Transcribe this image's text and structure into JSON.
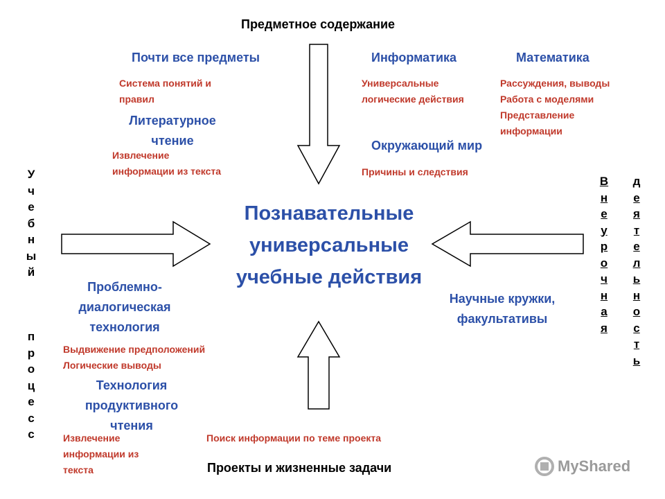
{
  "header": {
    "title": "Предметное содержание"
  },
  "subjects": {
    "almost_all": "Почти все предметы",
    "informatics": "Информатика",
    "math": "Математика",
    "lit_line1": "Литературное",
    "lit_line2": "чтение",
    "world": "Окружающий мир"
  },
  "notes": {
    "concepts_line1": "Система понятий и",
    "concepts_line2": "правил",
    "extract1_line1": "Извлечение",
    "extract1_line2": "информации из текста",
    "logic_line1": "Универсальные",
    "logic_line2": "логические действия",
    "math_line1": "Рассуждения, выводы",
    "math_line2": "Работа с моделями",
    "math_line3": "Представление",
    "math_line4": "информации",
    "causes": "Причины и следствия",
    "hypotheses_line1": "Выдвижение предположений",
    "hypotheses_line2": "Логические выводы",
    "extract2_line1": "Извлечение",
    "extract2_line2": "информации из",
    "extract2_line3": "текста",
    "project_search": "Поиск информации по теме проекта"
  },
  "center": {
    "line1": "Познавательные",
    "line2": "универсальные",
    "line3": "учебные действия"
  },
  "tech": {
    "problem_line1": "Проблемно-",
    "problem_line2": "диалогическая",
    "problem_line3": "технология",
    "productive_line1": "Технология",
    "productive_line2": "продуктивного",
    "productive_line3": "чтения",
    "circles_line1": "Научные кружки,",
    "circles_line2": "факультативы"
  },
  "footer": {
    "projects": "Проекты и жизненные задачи"
  },
  "vertical": {
    "left_word1": [
      "У",
      "ч",
      "е",
      "б",
      "н",
      "ы",
      "й"
    ],
    "left_word2": [
      "п",
      "р",
      "о",
      "ц",
      "е",
      "с",
      "с"
    ],
    "right_word1": [
      "В",
      "н",
      "е",
      "у",
      "р",
      "о",
      "ч",
      "н",
      "а",
      "я"
    ],
    "right_word2": [
      "д",
      "е",
      "я",
      "т",
      "е",
      "л",
      "ь",
      "н",
      "о",
      "с",
      "т",
      "ь"
    ]
  },
  "watermark": {
    "text": "MyShared"
  },
  "colors": {
    "blue": "#2c50a8",
    "red": "#c0392b",
    "black": "#000000"
  }
}
